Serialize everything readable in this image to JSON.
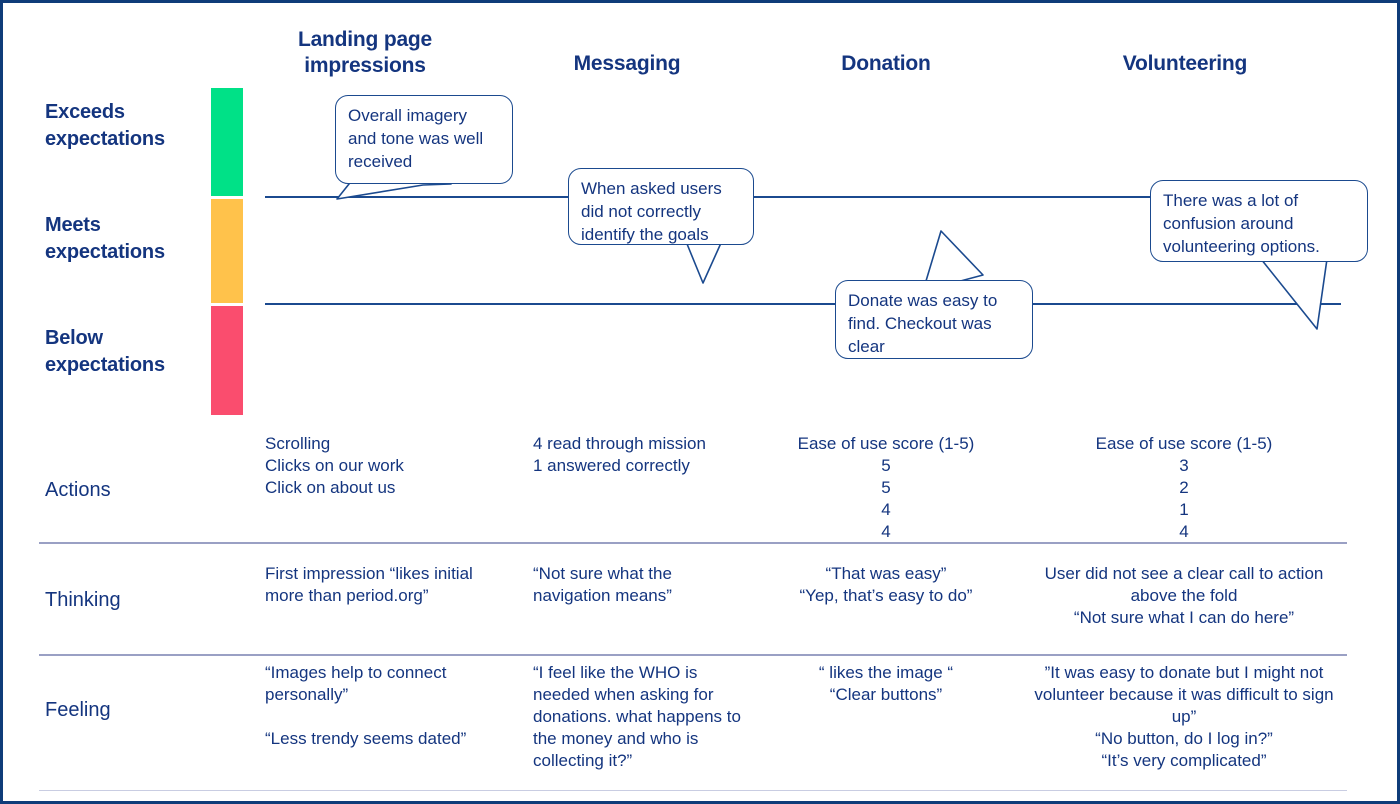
{
  "meta": {
    "title": "UX Journey Map — User Testing Results",
    "frame_color": "#0f3c79",
    "text_color": "#14357f",
    "line_color": "#1b4a8f",
    "separator_color": "#9aa0c4"
  },
  "columns": [
    {
      "id": "landing",
      "label": "Landing page\nimpressions"
    },
    {
      "id": "messaging",
      "label": "Messaging"
    },
    {
      "id": "donation",
      "label": "Donation"
    },
    {
      "id": "volunteering",
      "label": "Volunteering"
    }
  ],
  "expectation_scale": {
    "levels": [
      {
        "label": "Exceeds\nexpectations",
        "color": "#00e187"
      },
      {
        "label": "Meets\nexpectations",
        "color": "#ffc24b"
      },
      {
        "label": "Below\nexpectations",
        "color": "#fa4d6e"
      }
    ]
  },
  "callouts": [
    {
      "id": "landing-callout",
      "text": "Overall imagery and tone was well received"
    },
    {
      "id": "messaging-callout",
      "text": "When asked users did not correctly identify the goals"
    },
    {
      "id": "donation-callout",
      "text": "Donate was easy to find. Checkout was clear"
    },
    {
      "id": "volunteering-callout",
      "text": "There was a lot of confusion around volunteering options."
    }
  ],
  "rows": [
    {
      "id": "actions",
      "label": "Actions",
      "cells": [
        {
          "column": "landing",
          "align": "left",
          "text": "Scrolling\nClicks on our work\nClick on about us"
        },
        {
          "column": "messaging",
          "align": "left",
          "text": "4 read through mission\n1 answered correctly"
        },
        {
          "column": "donation",
          "align": "center",
          "text": "Ease of use score (1-5)\n5\n5\n4\n4"
        },
        {
          "column": "volunteering",
          "align": "center",
          "text": "Ease of use score (1-5)\n3\n2\n1\n4"
        }
      ]
    },
    {
      "id": "thinking",
      "label": "Thinking",
      "cells": [
        {
          "column": "landing",
          "align": "left",
          "text": "First impression “likes initial more than period.org”"
        },
        {
          "column": "messaging",
          "align": "left",
          "text": "“Not sure what the navigation means”"
        },
        {
          "column": "donation",
          "align": "center",
          "text": "“That was easy”\n“Yep, that’s easy to do”"
        },
        {
          "column": "volunteering",
          "align": "center",
          "text": "User did not see a clear call to action above the fold\n“Not sure what I can do here”"
        }
      ]
    },
    {
      "id": "feeling",
      "label": "Feeling",
      "cells": [
        {
          "column": "landing",
          "align": "left",
          "text": "“Images help to connect personally”\n\n“Less trendy seems dated”"
        },
        {
          "column": "messaging",
          "align": "left",
          "text": "“I feel like the WHO is needed when asking for donations. what happens to the money and who is collecting it?”"
        },
        {
          "column": "donation",
          "align": "center",
          "text": "“ likes the image “\n“Clear buttons”"
        },
        {
          "column": "volunteering",
          "align": "center",
          "text": "”It was easy to donate but I might not volunteer because it was difficult to sign up”\n“No button, do I log in?”\n“It’s very complicated”"
        }
      ]
    }
  ],
  "scores": {
    "chart_type": "journey-map",
    "donation_ease_of_use": [
      5,
      5,
      4,
      4
    ],
    "volunteering_ease_of_use": [
      3,
      2,
      1,
      4
    ],
    "scale_min": 1,
    "scale_max": 5
  }
}
